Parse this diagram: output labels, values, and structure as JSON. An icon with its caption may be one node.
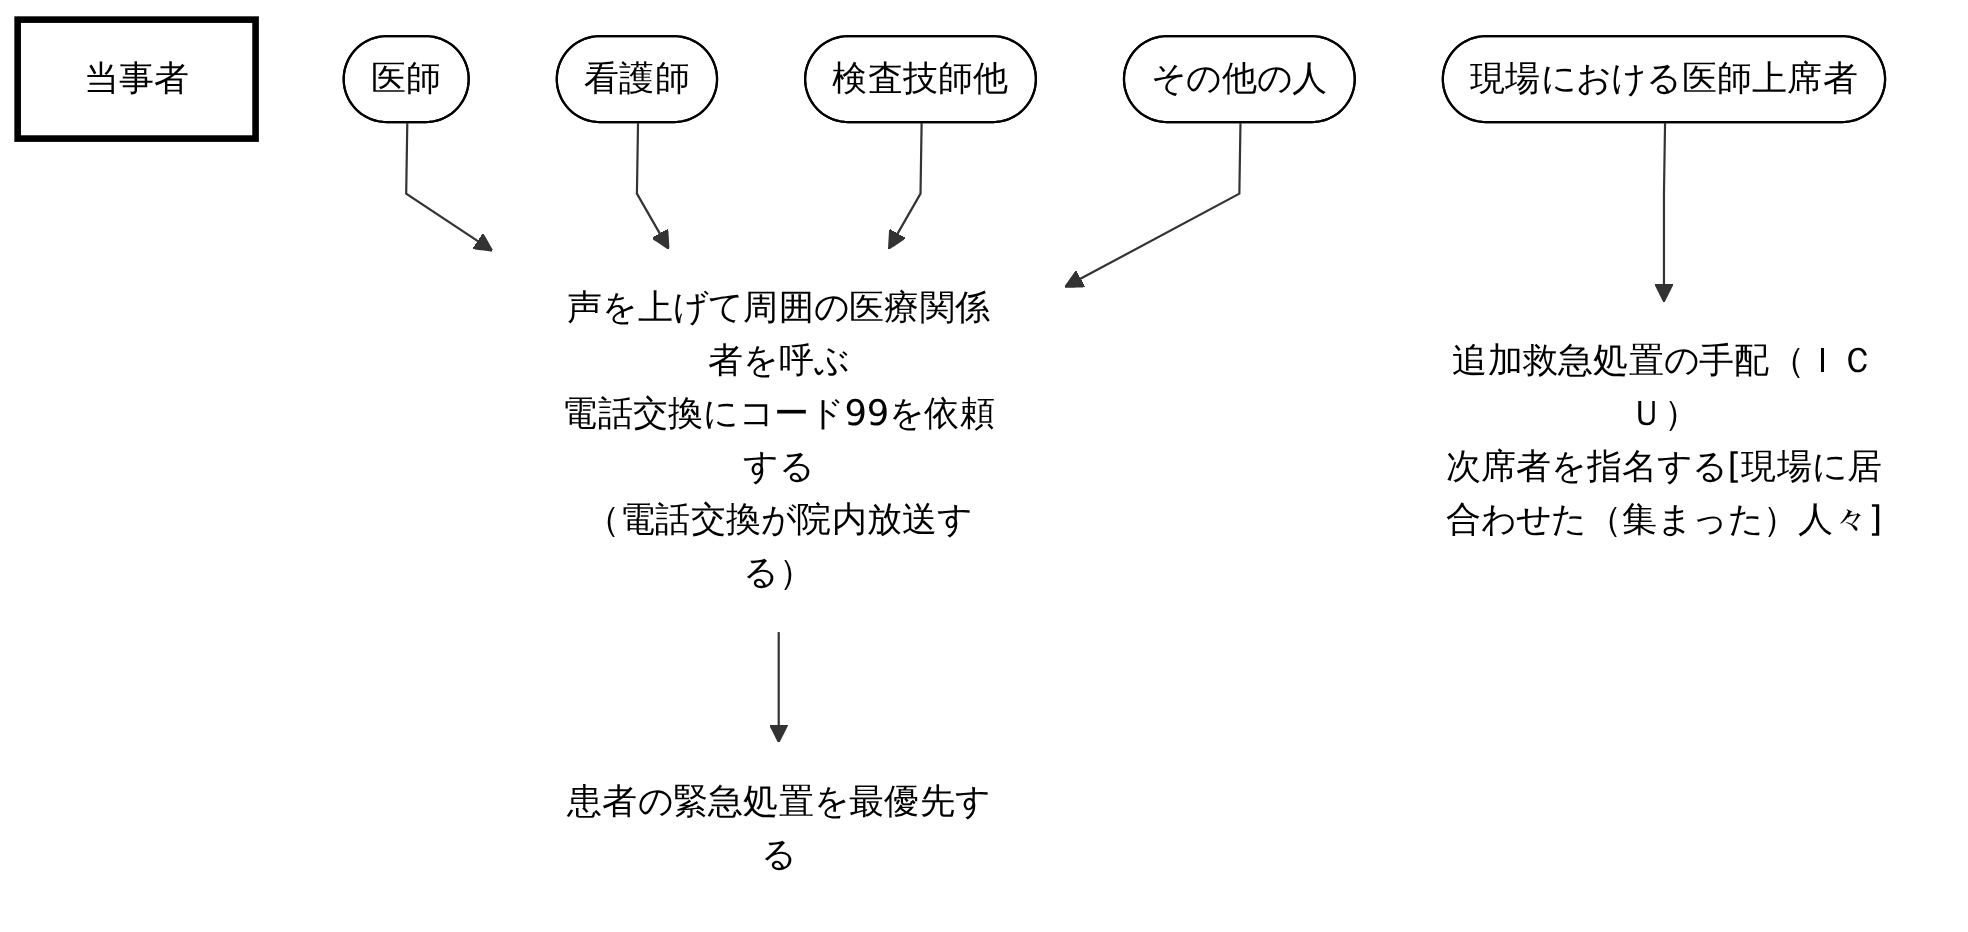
{
  "diagram": {
    "nodes": [
      {
        "text": [
          "当事者"
        ]
      },
      {
        "text": [
          "医師"
        ]
      },
      {
        "text": [
          "看護師"
        ]
      },
      {
        "text": [
          "検査技師他"
        ]
      },
      {
        "text": [
          "声を上げて周囲の医療関係者を呼ぶ",
          "電話交換にコード99を依頼する",
          "（電話交換が院内放送する）"
        ]
      },
      {
        "text": [
          "その他の人"
        ]
      },
      {
        "text": [
          "現場における医師上席者"
        ]
      },
      {
        "text": [
          "患者の緊急処置を最優先する"
        ]
      },
      {
        "text": [
          "追加救急処置の手配（ＩＣＵ）",
          "次席者を指名する[現場に居合わせた（集まった）人々]"
        ]
      }
    ],
    "edges": [
      {
        "from": 1,
        "to": 4,
        "arrow": "to"
      },
      {
        "from": 2,
        "to": 4,
        "arrow": "to"
      },
      {
        "from": 3,
        "to": 4,
        "arrow": "to"
      },
      {
        "from": 5,
        "to": 4,
        "arrow": "to"
      },
      {
        "from": 4,
        "to": 7,
        "arrow": "to"
      },
      {
        "from": 6,
        "to": 8,
        "arrow": "to"
      }
    ]
  }
}
